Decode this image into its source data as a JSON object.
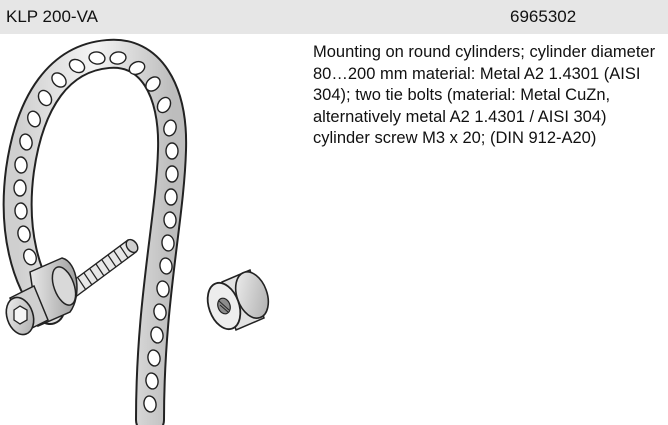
{
  "header": {
    "product_name": "KLP 200-VA",
    "article_number": "6965302"
  },
  "description": {
    "text": "Mounting on round cylinders; cylinder diameter 80…200 mm material: Metal A2 1.4301 (AISI 304); two tie bolts (material: Metal CuZn, alternatively metal A2 1.4301 / AISI 304) cylinder screw M3 x 20; (DIN 912-A20)"
  },
  "colors": {
    "header_background": "#e6e6e6",
    "metal_light": "#f2f2f2",
    "metal_mid": "#d6d6d6",
    "metal_dark": "#a8a8a8",
    "outline": "#222222"
  },
  "illustration": {
    "parts": [
      "perforated-mounting-band",
      "cylinder-screw",
      "tie-bolt-nut"
    ]
  }
}
